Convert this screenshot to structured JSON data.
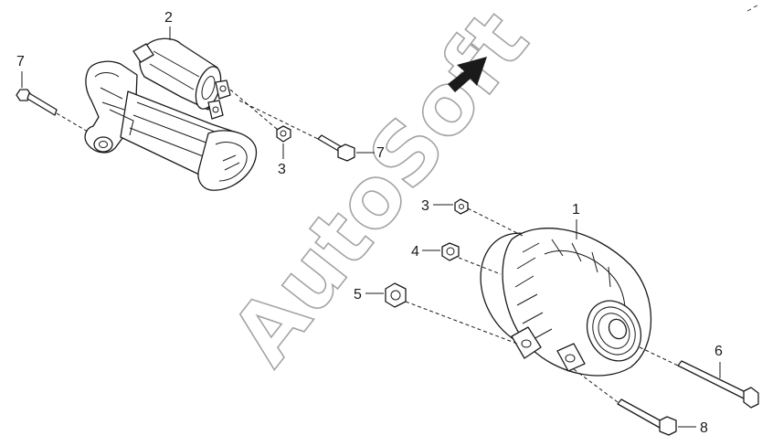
{
  "diagram": {
    "callouts": {
      "alternator": "1",
      "starter": "2",
      "nut_upper": "3",
      "nut_alternator": "3",
      "nut_small": "4",
      "nut_large": "5",
      "bolt_long": "6",
      "bolt_starter_left": "7",
      "bolt_starter_right": "7",
      "bolt_lower": "8"
    },
    "watermark": "AutoSoft",
    "colors": {
      "line": "#1a1a1a",
      "watermark_outline": "#9a9a9a",
      "arrow": "#1a1a1a"
    },
    "icons": {
      "direction": "front-direction-arrow-icon"
    }
  }
}
